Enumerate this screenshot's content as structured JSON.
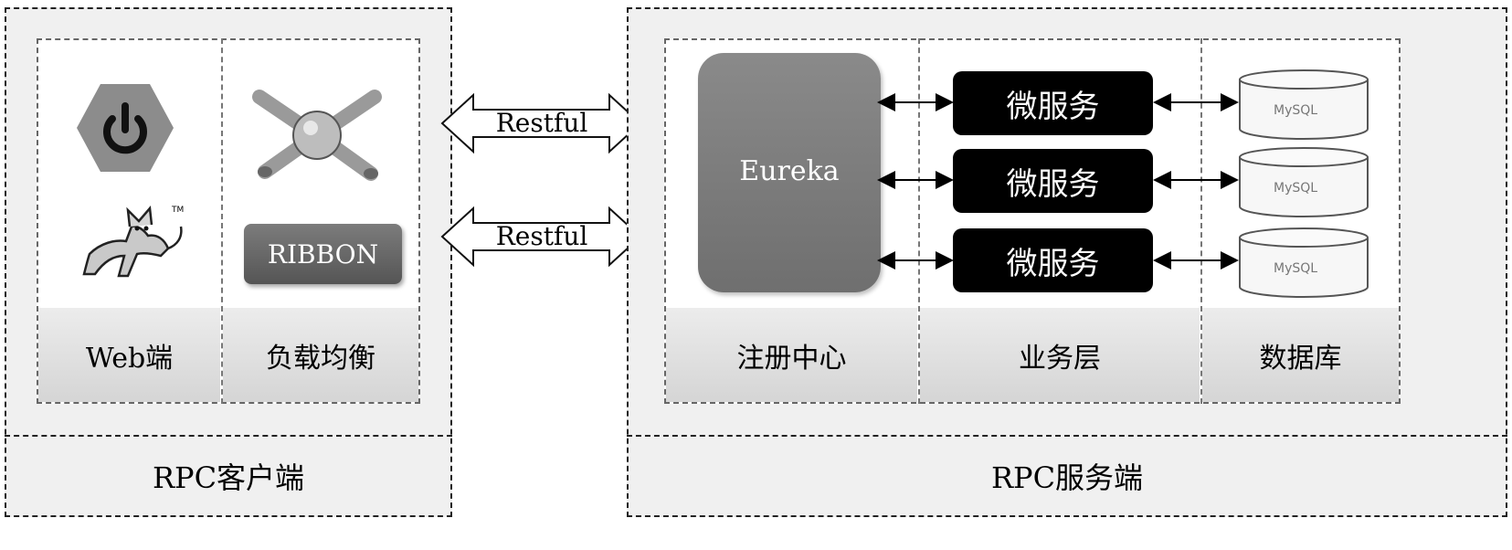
{
  "client": {
    "caption": "RPC客户端",
    "web_label": "Web端",
    "lb_label": "负载均衡",
    "ribbon": "RIBBON"
  },
  "server": {
    "caption": "RPC服务端",
    "registry_label": "注册中心",
    "business_label": "业务层",
    "database_label": "数据库",
    "eureka": "Eureka",
    "services": [
      "微服务",
      "微服务",
      "微服务"
    ],
    "db_logo": "MySQL"
  },
  "connections": {
    "top": "Restful",
    "bottom": "Restful"
  }
}
